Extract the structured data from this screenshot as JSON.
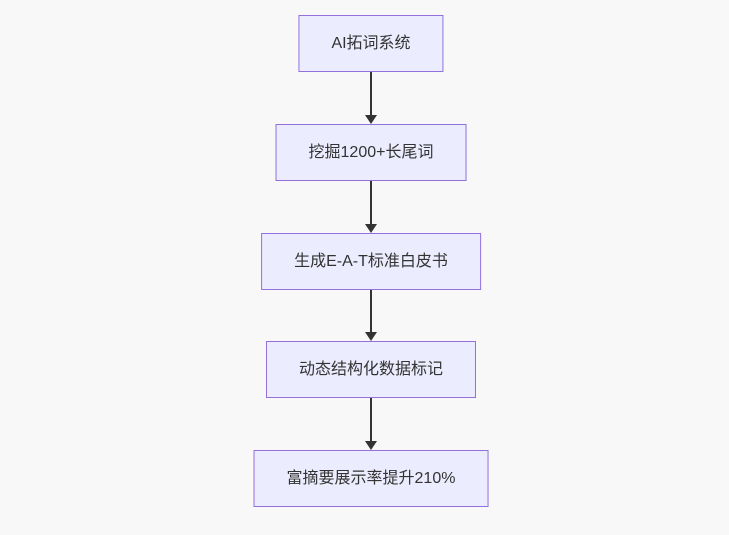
{
  "diagram": {
    "type": "flowchart",
    "direction": "top-down",
    "nodes": [
      {
        "id": "A",
        "label": "AI拓词系统"
      },
      {
        "id": "B",
        "label": "挖掘1200+长尾词"
      },
      {
        "id": "C",
        "label": "生成E-A-T标准白皮书"
      },
      {
        "id": "D",
        "label": "动态结构化数据标记"
      },
      {
        "id": "E",
        "label": "富摘要展示率提升210%"
      }
    ],
    "edges": [
      {
        "from": "A",
        "to": "B",
        "style": "arrow"
      },
      {
        "from": "B",
        "to": "C",
        "style": "arrow"
      },
      {
        "from": "C",
        "to": "D",
        "style": "arrow"
      },
      {
        "from": "D",
        "to": "E",
        "style": "arrow"
      }
    ],
    "colors": {
      "background": "#f8f8f8",
      "node_fill": "#ECECFF",
      "node_border": "#9370DB",
      "arrow": "#333333",
      "text": "#333333"
    }
  }
}
